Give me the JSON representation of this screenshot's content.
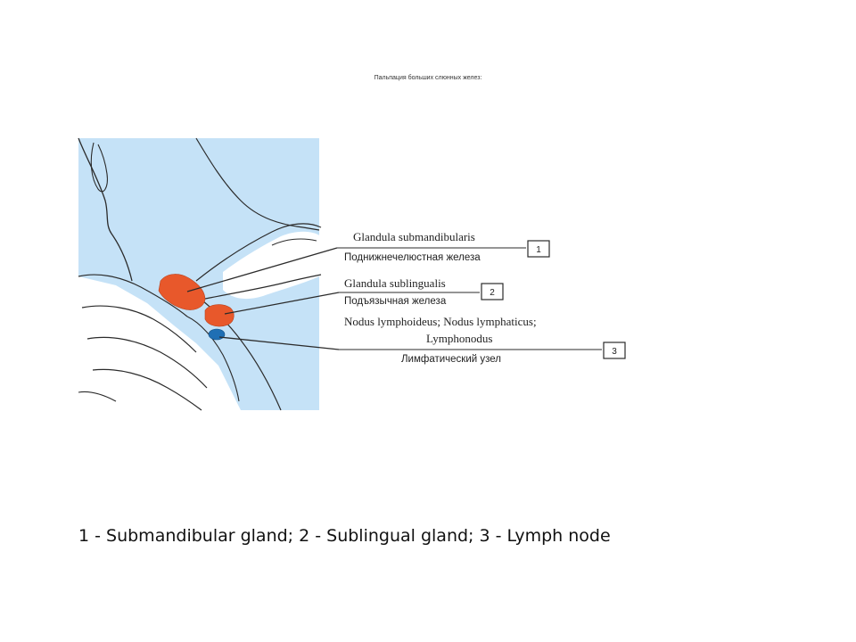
{
  "slide": {
    "title": "Пальпация больших слюнных желез:",
    "caption": "1 - Submandibular gland; 2 - Sublingual gland; 3 - Lymph node"
  },
  "diagram": {
    "labels": [
      {
        "number": "1",
        "latin": "Glandula submandibularis",
        "russian": "Поднижнечелюстная железа"
      },
      {
        "number": "2",
        "latin": "Glandula sublingualis",
        "russian": "Подъязычная железа"
      },
      {
        "number": "3",
        "latin_line1": "Nodus lymphoideus; Nodus lymphaticus;",
        "latin_line2": "Lymphonodus",
        "russian": "Лимфатический узел"
      }
    ],
    "colors": {
      "background": "#c5e2f7",
      "gland": "#e8582b",
      "lymph_node": "#1f6fb4",
      "outline": "#2b2b2b"
    }
  }
}
